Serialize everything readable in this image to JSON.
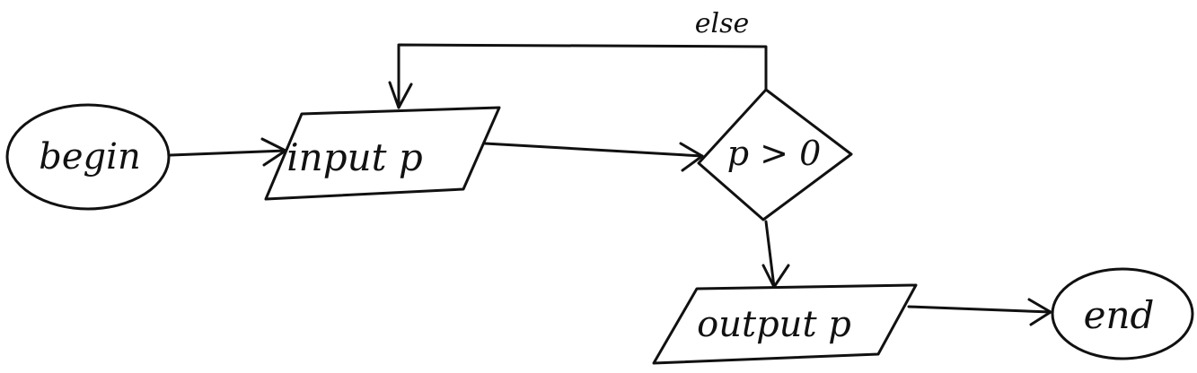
{
  "nodes": {
    "begin": {
      "label": "begin",
      "shape": "ellipse"
    },
    "input": {
      "label": "input p",
      "shape": "parallelogram"
    },
    "decision": {
      "label": "p > 0",
      "shape": "diamond"
    },
    "output": {
      "label": "output p",
      "shape": "parallelogram"
    },
    "end": {
      "label": "end",
      "shape": "ellipse"
    }
  },
  "edges": {
    "loop_back": {
      "label": "else"
    }
  },
  "colors": {
    "stroke": "#111111",
    "background": "#ffffff"
  }
}
